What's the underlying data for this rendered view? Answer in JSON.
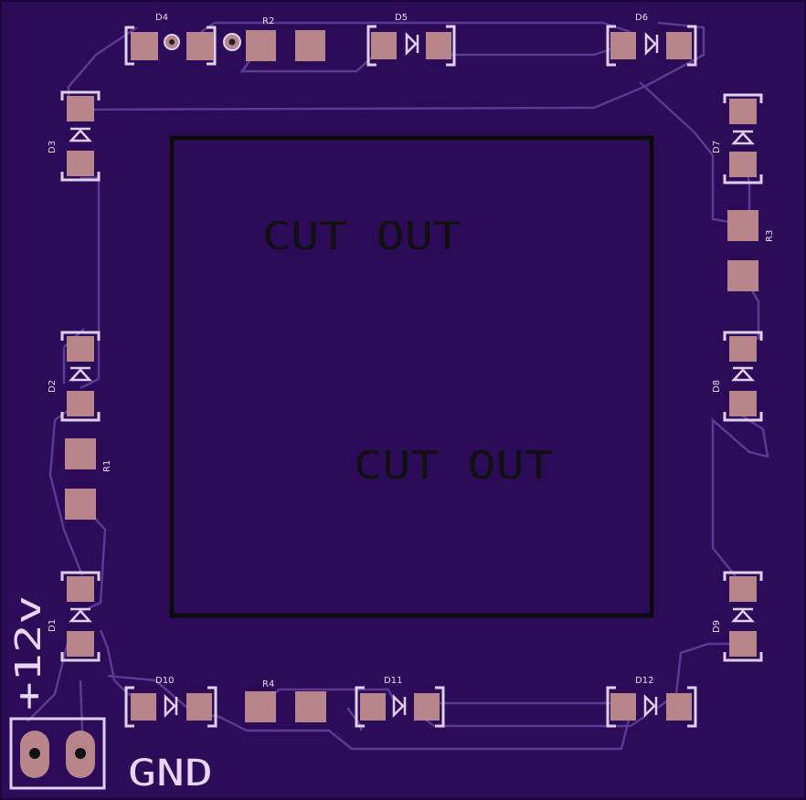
{
  "board": {
    "background": "#2c0c58",
    "trace_color": "#5a3a92",
    "pad_color": "#b8868a",
    "outline_color": "#e0d0f0",
    "cutout_label_1": "CUT OUT",
    "cutout_label_2": "CUT OUT",
    "power_label": "+12v",
    "ground_label": "GND"
  },
  "components": {
    "leds": [
      "D1",
      "D2",
      "D3",
      "D4",
      "D5",
      "D6",
      "D7",
      "D8",
      "D9",
      "D10",
      "D11",
      "D12"
    ],
    "resistors": [
      "R1",
      "R2",
      "R3",
      "R4"
    ]
  }
}
